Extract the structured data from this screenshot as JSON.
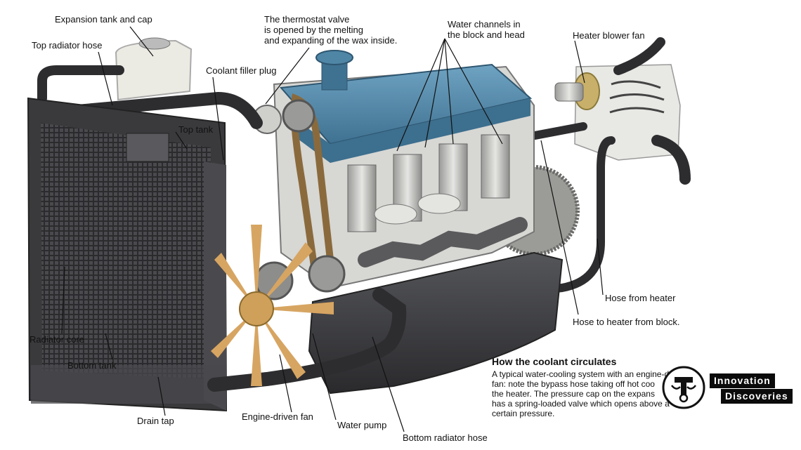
{
  "labels": {
    "expansion_tank": "Expansion tank and cap",
    "top_hose": "Top radiator hose",
    "thermostat_lines": [
      "The thermostat valve",
      "is opened by the melting",
      "and expanding of the wax inside."
    ],
    "coolant_plug": "Coolant filler plug",
    "water_channels_lines": [
      "Water channels in",
      "the block and head"
    ],
    "heater_fan": "Heater blower fan",
    "top_tank": "Top tank",
    "hose_from_heater": "Hose from heater",
    "hose_to_heater": "Hose to heater from block.",
    "radiator_core": "Radiator core",
    "bottom_tank": "Bottom tank",
    "drain_tap": "Drain tap",
    "engine_fan": "Engine-driven fan",
    "water_pump": "Water pump",
    "bottom_hose": "Bottom radiator hose"
  },
  "caption": {
    "title": "How the coolant circulates",
    "body_lines": [
      "A typical water-cooling system with an engine-d",
      "fan: note the bypass hose taking off hot coo",
      "the heater. The pressure cap on the expans",
      "has a spring-loaded valve which opens above a",
      "certain pressure."
    ]
  },
  "brand": {
    "line1": "Innovation",
    "line2": "Discoveries"
  },
  "colors": {
    "engine_blue": "#4f86a6",
    "radiator_dark": "#3a3a3d",
    "hose_dark": "#2d2d30",
    "metal": "#c9c9c7",
    "belt": "#8a6a3c"
  }
}
